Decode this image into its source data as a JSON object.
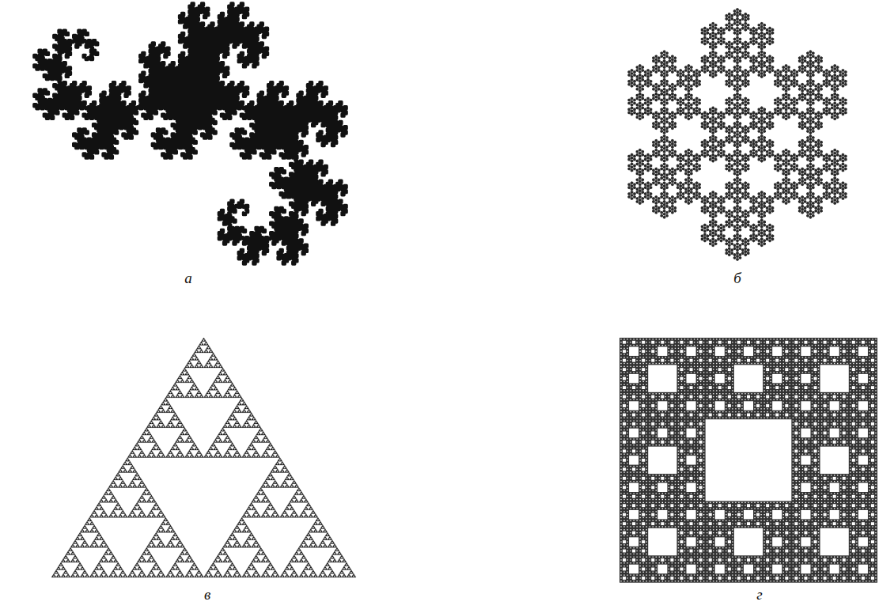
{
  "diagram": {
    "labels": [
      "а",
      "б",
      "в",
      "г"
    ]
  }
}
